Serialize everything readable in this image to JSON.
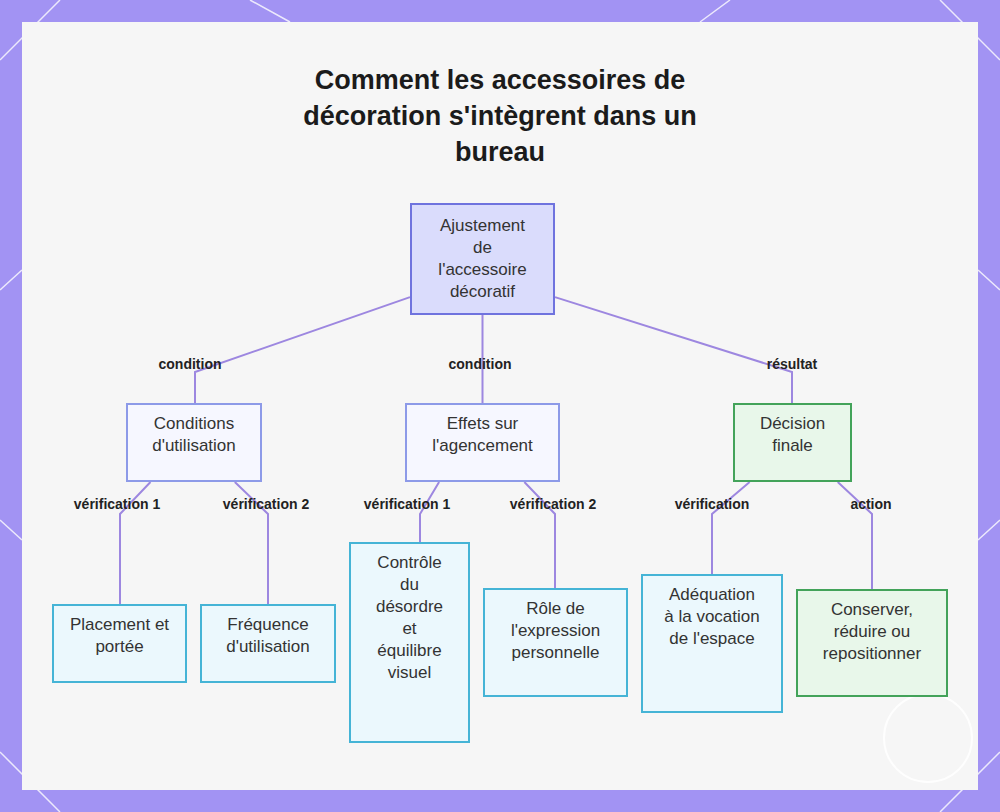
{
  "diagram": {
    "title": "Comment les accessoires de décoration s'intègrent dans un bureau",
    "nodes": [
      {
        "text": [
          "Ajustement de l'accessoire décoratif"
        ]
      },
      {
        "text": [
          "Conditions d'utilisation"
        ]
      },
      {
        "text": [
          "Effets sur l'agencement"
        ]
      },
      {
        "text": [
          "Décision finale"
        ]
      },
      {
        "text": [
          "Placement et portée"
        ]
      },
      {
        "text": [
          "Fréquence d'utilisation"
        ]
      },
      {
        "text": [
          "Contrôle du désordre et équilibre visuel"
        ]
      },
      {
        "text": [
          "Rôle de l'expression personnelle"
        ]
      },
      {
        "text": [
          "Adéquation à la vocation de l'espace"
        ]
      },
      {
        "text": [
          "Conserver, réduire ou repositionner"
        ]
      }
    ],
    "edges": [
      {
        "from": 0,
        "to": 1,
        "label": "condition",
        "arrow": "none"
      },
      {
        "from": 0,
        "to": 2,
        "label": "condition",
        "arrow": "none"
      },
      {
        "from": 0,
        "to": 3,
        "label": "résultat",
        "arrow": "none"
      },
      {
        "from": 1,
        "to": 4,
        "label": "vérification 1",
        "arrow": "none"
      },
      {
        "from": 1,
        "to": 5,
        "label": "vérification 2",
        "arrow": "none"
      },
      {
        "from": 2,
        "to": 6,
        "label": "vérification 1",
        "arrow": "none"
      },
      {
        "from": 2,
        "to": 7,
        "label": "vérification 2",
        "arrow": "none"
      },
      {
        "from": 3,
        "to": 8,
        "label": "vérification",
        "arrow": "none"
      },
      {
        "from": 3,
        "to": 9,
        "label": "action",
        "arrow": "none"
      }
    ]
  }
}
